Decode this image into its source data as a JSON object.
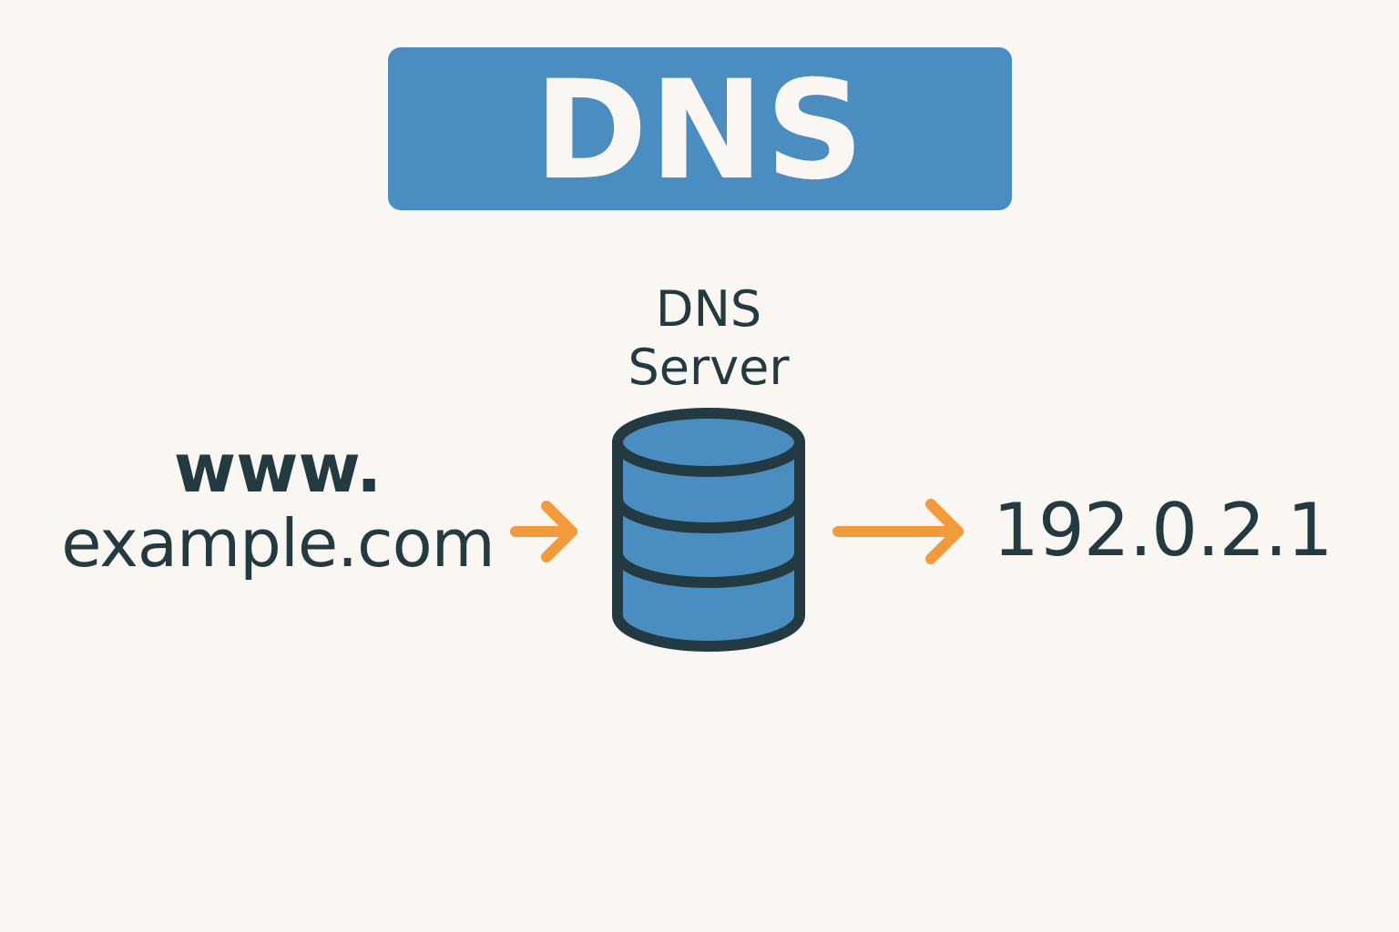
{
  "title": {
    "text": "DNS",
    "background_color": "#4a8dc0",
    "text_color": "#faf7f2"
  },
  "server": {
    "label_line1": "DNS",
    "label_line2": "Server",
    "icon": "database-icon",
    "fill_color": "#4a8dc0",
    "stroke_color": "#223a40"
  },
  "input": {
    "line1": "www.",
    "line2": "example.com"
  },
  "output": {
    "ip_address": "192.0.2.1"
  },
  "arrows": {
    "color": "#f39a3a",
    "input_arrow": "arrow-right-icon",
    "output_arrow": "arrow-right-icon"
  },
  "colors": {
    "background": "#faf7f2",
    "text": "#223a40"
  }
}
